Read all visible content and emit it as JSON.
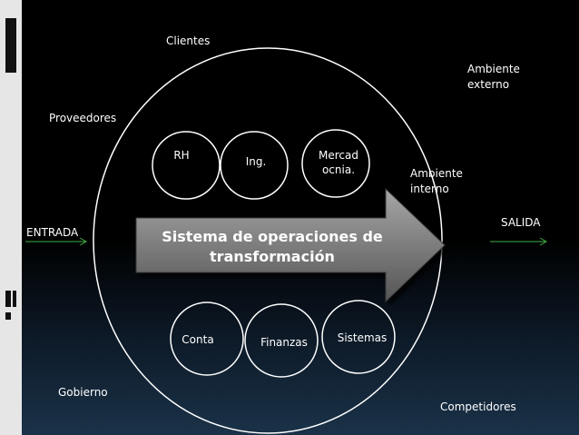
{
  "labels": {
    "clientes": "Clientes",
    "ambiente_externo": "Ambiente\nexterno",
    "proveedores": "Proveedores",
    "ambiente_interno": "Ambiente\ninterno",
    "entrada": "ENTRADA",
    "salida": "SALIDA",
    "gobierno": "Gobierno",
    "competidores": "Competidores"
  },
  "top_circles": [
    "RH",
    "Ing.",
    "Mercad\nocnia."
  ],
  "bottom_circles": [
    "Conta",
    "Finanzas",
    "Sistemas"
  ],
  "process_arrow": {
    "label": "Sistema de operaciones de\ntransformación"
  },
  "colors": {
    "background": "#000000",
    "line": "#ffffff",
    "arrow_gradient": [
      "#9a9a9a",
      "#5a5a5a"
    ],
    "io_arrow": "#3fae49"
  }
}
